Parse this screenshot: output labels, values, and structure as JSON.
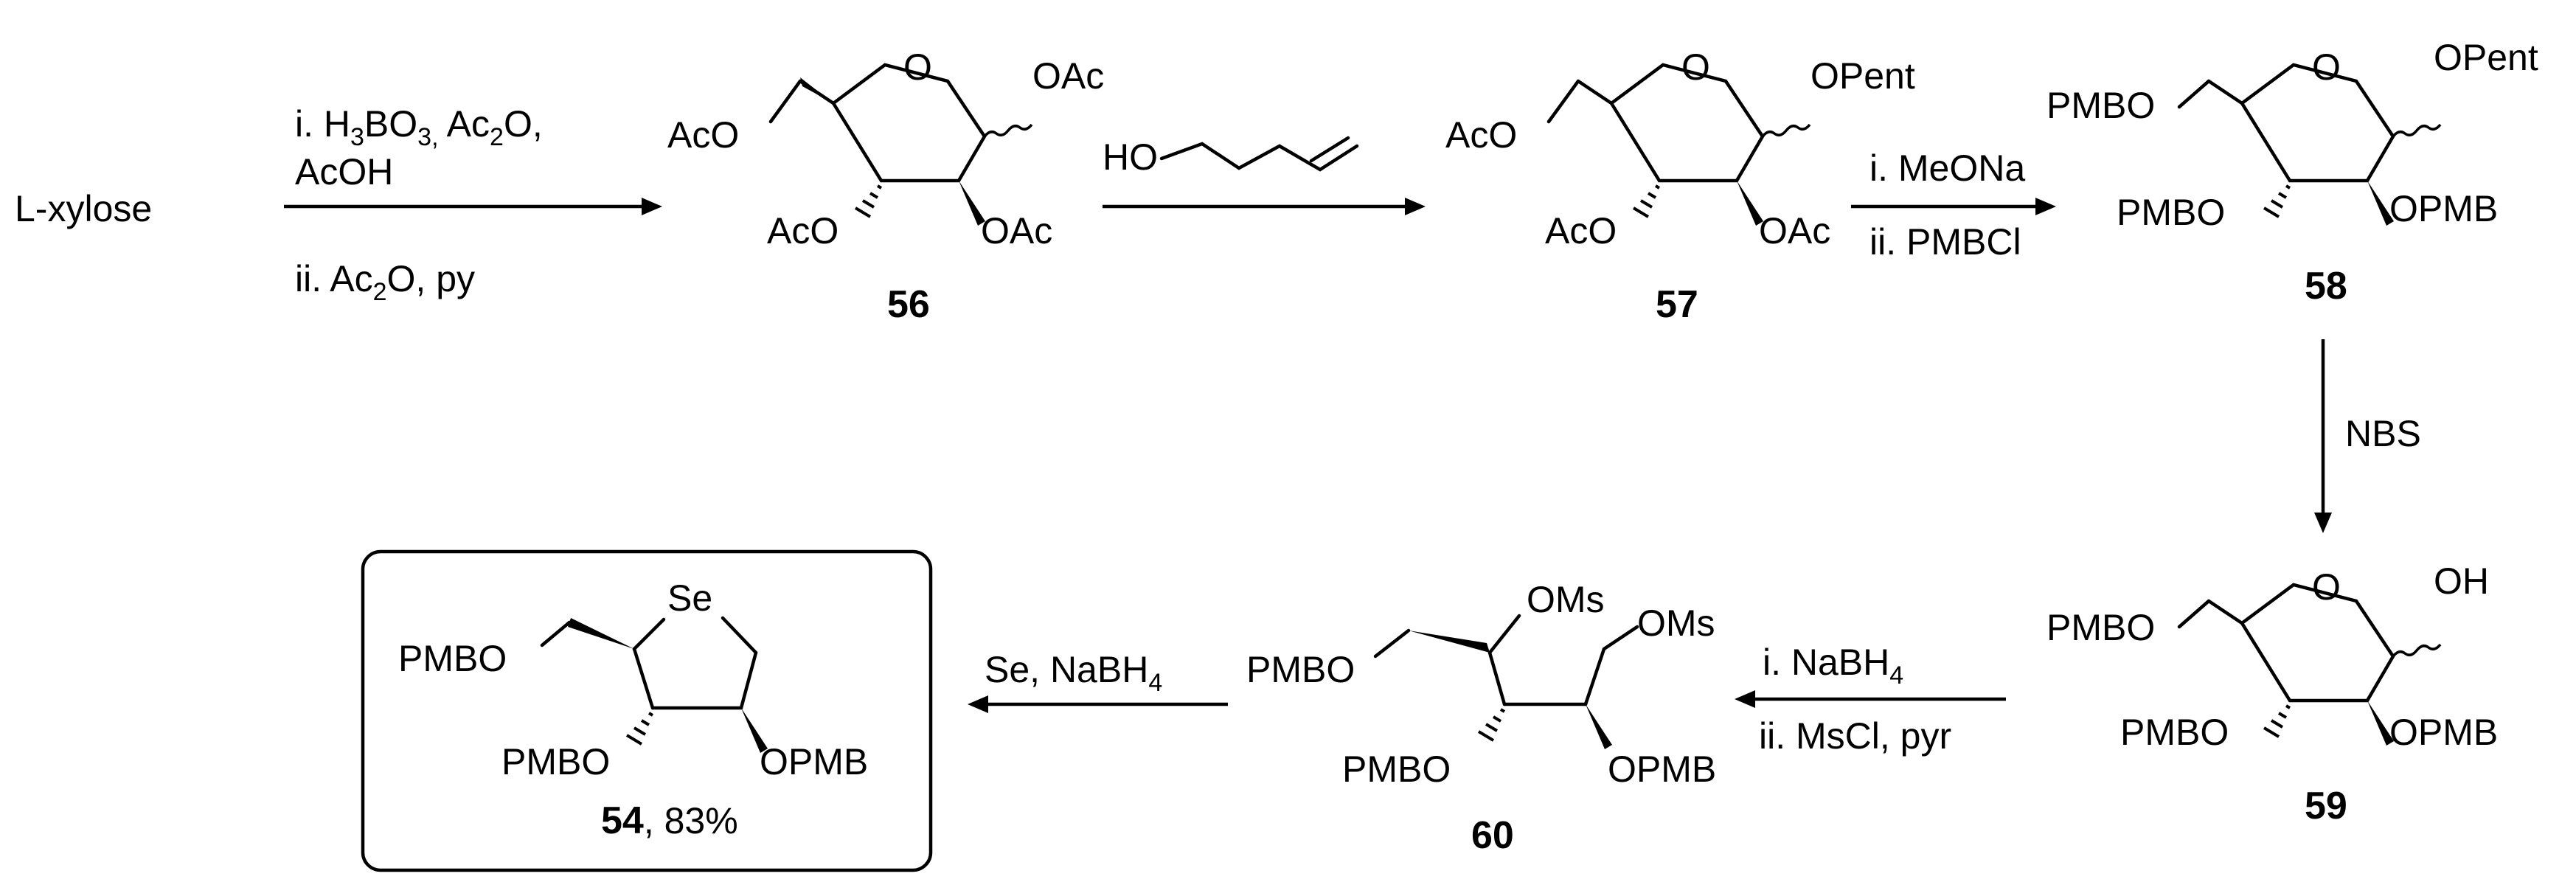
{
  "start_material": "L-xylose",
  "step1": {
    "line1_a": "i. H",
    "line1_sub1": "3",
    "line1_b": "BO",
    "line1_sub2": "3,",
    "line1_c": " Ac",
    "line1_sub3": "2",
    "line1_d": "O,",
    "line2": "AcOH",
    "line3_a": "ii. Ac",
    "line3_sub": "2",
    "line3_b": "O, py"
  },
  "step2": {
    "reagent": "HO"
  },
  "step3": {
    "line1": "i. MeONa",
    "line2": "ii. PMBCl"
  },
  "step4": {
    "reagent": "NBS"
  },
  "step5": {
    "line1_a": "i. NaBH",
    "line1_sub": "4",
    "line2": "ii. MsCl, pyr"
  },
  "step6": {
    "line1_a": "Se, NaBH",
    "line1_sub": "4"
  },
  "compounds": {
    "c56": {
      "number": "56",
      "oac_anomeric": "OAc",
      "aco_primary": "AcO",
      "aco_c3": "AcO",
      "oac_c2": "OAc",
      "ring_o": "O"
    },
    "c57": {
      "number": "57",
      "opent": "OPent",
      "aco_primary": "AcO",
      "aco_c3": "AcO",
      "oac_c2": "OAc",
      "ring_o": "O"
    },
    "c58": {
      "number": "58",
      "opent": "OPent",
      "pmbo_primary": "PMBO",
      "pmbo_c3": "PMBO",
      "opmb_c2": "OPMB",
      "ring_o": "O"
    },
    "c59": {
      "number": "59",
      "oh": "OH",
      "pmbo_primary": "PMBO",
      "pmbo_c3": "PMBO",
      "opmb_c2": "OPMB",
      "ring_o": "O"
    },
    "c60": {
      "number": "60",
      "oms_1": "OMs",
      "oms_2": "OMs",
      "pmbo_primary": "PMBO",
      "pmbo_c3": "PMBO",
      "opmb": "OPMB"
    },
    "c54": {
      "number": "54",
      "yield": ", 83%",
      "se": "Se",
      "pmbo_primary": "PMBO",
      "pmbo_c3": "PMBO",
      "opmb": "OPMB"
    }
  }
}
